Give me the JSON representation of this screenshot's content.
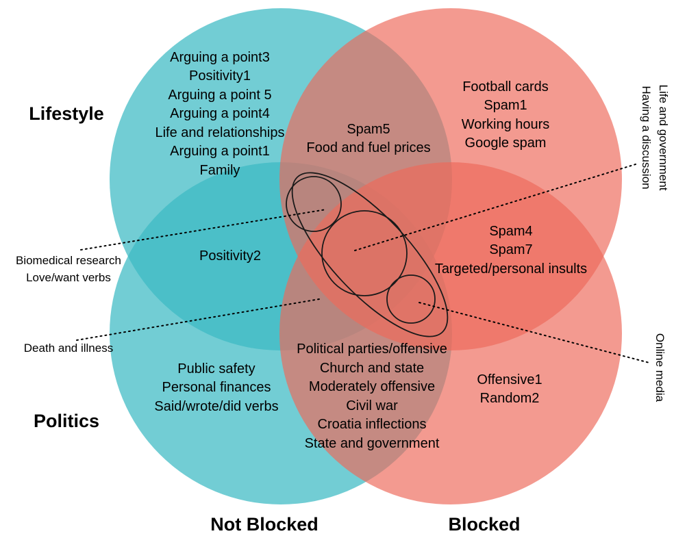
{
  "categories": {
    "lifestyle": "Lifestyle",
    "politics": "Politics",
    "not_blocked": "Not Blocked",
    "blocked": "Blocked"
  },
  "colors": {
    "not_blocked": "#3BBAC3",
    "blocked": "#EE6A5C",
    "outline": "#1a1a1a"
  },
  "regions": {
    "lifestyle_not_blocked": [
      "Arguing a point3",
      "Positivity1",
      "Arguing a point 5",
      "Arguing a point4",
      "Life and relationships",
      "Arguing a point1",
      "Family"
    ],
    "lifestyle_both": [
      "Spam5",
      "Food and fuel prices"
    ],
    "lifestyle_blocked": [
      "Football cards",
      "Spam1",
      "Working hours",
      "Google spam"
    ],
    "lifestyle_politics_not_blocked": [
      "Positivity2"
    ],
    "lifestyle_politics_blocked": [
      "Spam4",
      "Spam7",
      "Targeted/personal insults"
    ],
    "politics_both": [
      "Political parties/offensive",
      "Church and state",
      "Moderately offensive",
      "Civil war",
      "Croatia inflections",
      "State and government"
    ],
    "politics_not_blocked": [
      "Public safety",
      "Personal finances",
      "Said/wrote/did verbs"
    ],
    "politics_blocked": [
      "Offensive1",
      "Random2"
    ]
  },
  "callouts": {
    "left_upper": [
      "Biomedical research",
      "Love/want verbs"
    ],
    "left_lower": [
      "Death and illness"
    ],
    "right_upper": [
      "Life and government",
      "Having a discussion"
    ],
    "right_lower": [
      "Online media"
    ]
  }
}
